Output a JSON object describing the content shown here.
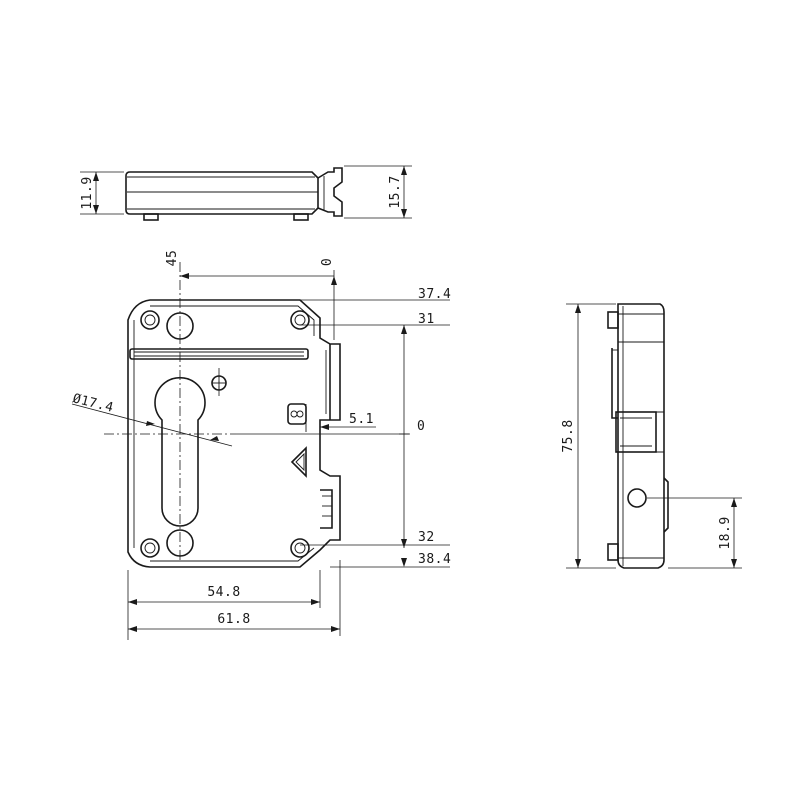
{
  "dimensions": {
    "top_height": "11.9",
    "top_total_height": "15.7",
    "ref_x45": "45",
    "ref_x0": "0",
    "dia": "Ø17.4",
    "y37_4": "37.4",
    "y31": "31",
    "offset": "5.1",
    "y0": "0",
    "y32": "32",
    "y38_4": "38.4",
    "width_54_8": "54.8",
    "width_61_8": "61.8",
    "side_height": "75.8",
    "side_18_9": "18.9"
  }
}
